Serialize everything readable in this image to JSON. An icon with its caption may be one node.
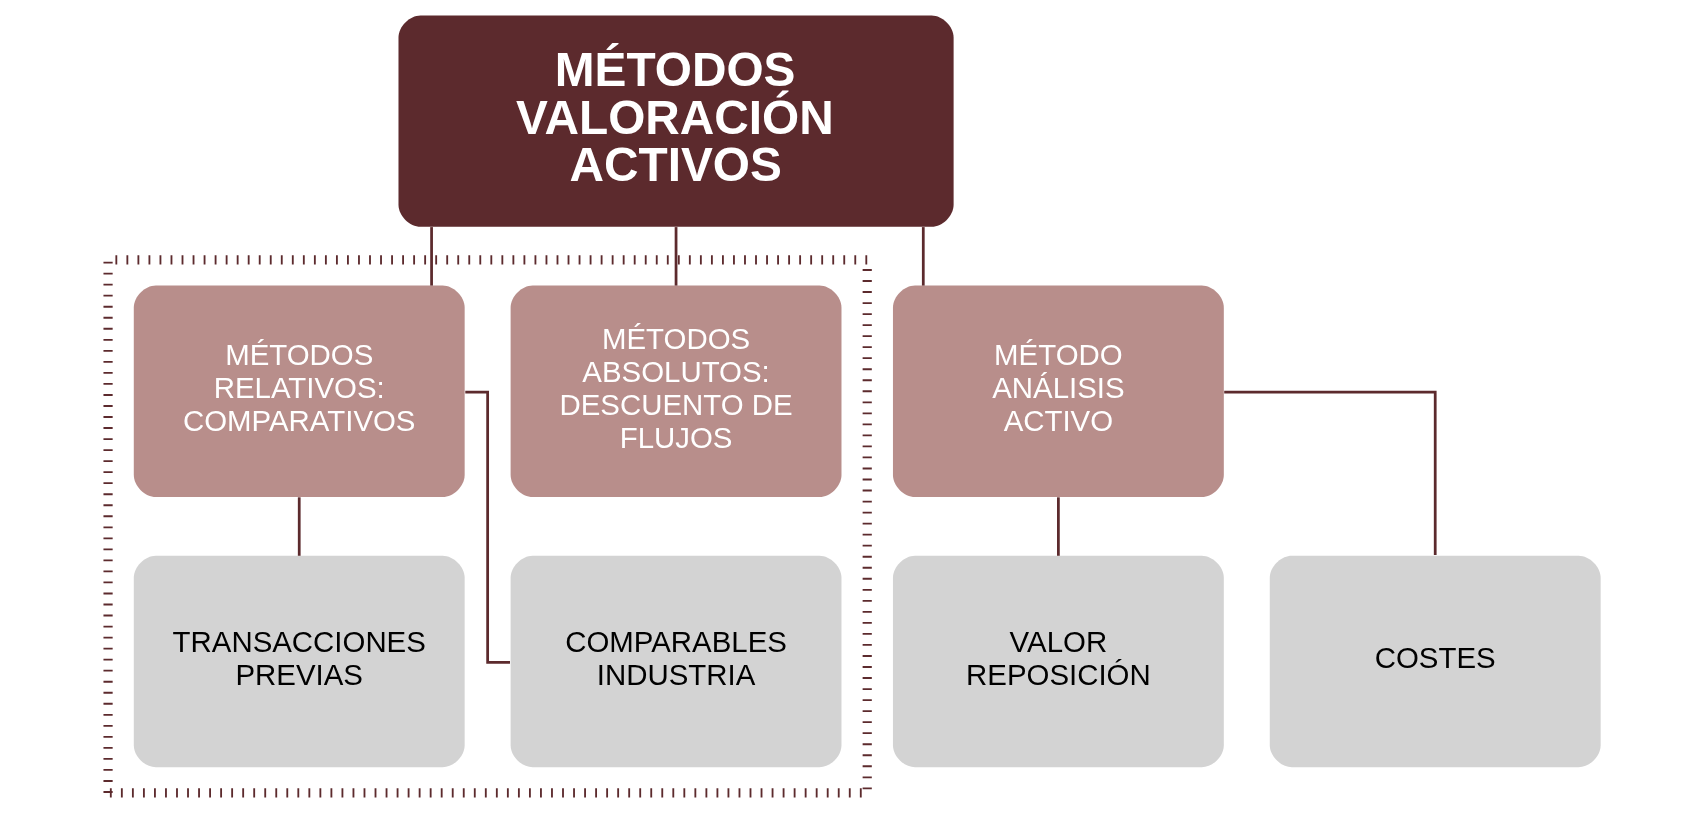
{
  "diagram": {
    "nodes": [
      {
        "text": [
          "MÉTODOS VALORACIÓN ACTIVOS"
        ]
      },
      {
        "text": [],
        "shape": "box"
      },
      {
        "text": [
          "MÉTODOS ABSOLUTOS: DESCUENTO DE FLUJOS"
        ],
        "in": 1
      },
      {
        "text": [
          "MÉTODOS RELATIVOS: COMPARATIVOS"
        ],
        "in": 1
      },
      {
        "text": [
          "TRANSACCIONES PREVIAS"
        ],
        "in": 1
      },
      {
        "text": [
          "COMPARABLES INDUSTRIA"
        ],
        "in": 1
      },
      {
        "text": [
          "MÉTODO ANÁLISIS ACTIVO"
        ]
      },
      {
        "text": [
          "VALOR REPOSICIÓN"
        ]
      },
      {
        "text": [
          "COSTES"
        ]
      }
    ],
    "edges": [
      {
        "from": 0,
        "to": 2,
        "arrow": "none"
      },
      {
        "from": 0,
        "to": 3,
        "arrow": "none"
      },
      {
        "from": 0,
        "to": 6,
        "arrow": "none"
      },
      {
        "from": 3,
        "to": 4,
        "arrow": "none"
      },
      {
        "from": 3,
        "to": 5,
        "arrow": "none"
      },
      {
        "from": 6,
        "to": 7,
        "arrow": "none"
      },
      {
        "from": 6,
        "to": 8,
        "arrow": "none"
      }
    ]
  }
}
